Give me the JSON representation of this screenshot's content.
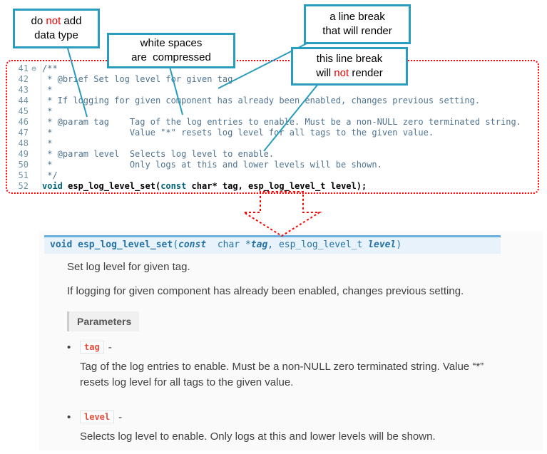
{
  "colors": {
    "callout-border": "#2a9dbf",
    "connector": "#2a9dbf",
    "dotted-red": "#ff0000",
    "accent-red": "#ee0000",
    "comment": "#4f7390",
    "keyword": "#00637a",
    "gutter": "#6f94a5",
    "sig-bg": "#e7f2fa",
    "sig-border": "#6ab0de",
    "sig-text": "#2472a4",
    "body-text": "#404040",
    "chip-red": "#e74c3c",
    "chip-border": "#e1e4e5",
    "label-bg": "#f0f0f0",
    "label-border": "#cccccc",
    "label-text": "#555555",
    "panel-bg": "#fafafa"
  },
  "callouts": {
    "no_datatype": {
      "p1": "do ",
      "red": "not",
      "p2": " add",
      "line2": "data type"
    },
    "whitespace": {
      "line1": "white spaces",
      "line2": "are  compressed"
    },
    "break_render": {
      "line1": "a line break",
      "line2": "that will render"
    },
    "break_no_render": {
      "line1": "this line break",
      "p1": "will ",
      "red": "not",
      "p2": " render"
    }
  },
  "editor": {
    "lines": [
      {
        "num": "41",
        "fold": "⊖",
        "text": "/**"
      },
      {
        "num": "42",
        "text": " * @brief Set log level for given tag"
      },
      {
        "num": "43",
        "text": " *"
      },
      {
        "num": "44",
        "text": " * If logging for given component has already been enabled, changes previous setting."
      },
      {
        "num": "45",
        "text": " *"
      },
      {
        "num": "46",
        "text": " * @param tag    Tag of the log entries to enable. Must be a non-NULL zero terminated string."
      },
      {
        "num": "47",
        "text": " *               Value \"*\" resets log level for all tags to the given value."
      },
      {
        "num": "48",
        "text": " *"
      },
      {
        "num": "49",
        "text": " * @param level  Selects log level to enable."
      },
      {
        "num": "50",
        "text": " *               Only logs at this and lower levels will be shown."
      },
      {
        "num": "51",
        "text": " */"
      }
    ],
    "code_line": {
      "num": "52",
      "kw1": "void",
      "sp1": " ",
      "name": "esp_log_level_set",
      "open": "(",
      "kw2": "const",
      "mid": " char* tag, esp_log_level_t level);"
    }
  },
  "docs": {
    "signature": {
      "kw1": "void ",
      "name": "esp_log_level_set",
      "open": "(",
      "kw2": "const",
      "t1": "  char *",
      "p1": "tag",
      "comma": ", ",
      "t2": "esp_log_level_t ",
      "p2": "level",
      "close": ")"
    },
    "para1": "Set log level for given tag.",
    "para2": "If logging for given component has already been enabled, changes previous setting.",
    "parameters_label": "Parameters",
    "bullet": "•",
    "params": [
      {
        "name": "tag",
        "sep": "-",
        "desc": "Tag of the log entries to enable. Must be a non-NULL zero terminated string. Value “*” resets log level for all tags to the given value."
      },
      {
        "name": "level",
        "sep": "-",
        "desc": "Selects log level to enable. Only logs at this and lower levels will be shown."
      }
    ]
  }
}
